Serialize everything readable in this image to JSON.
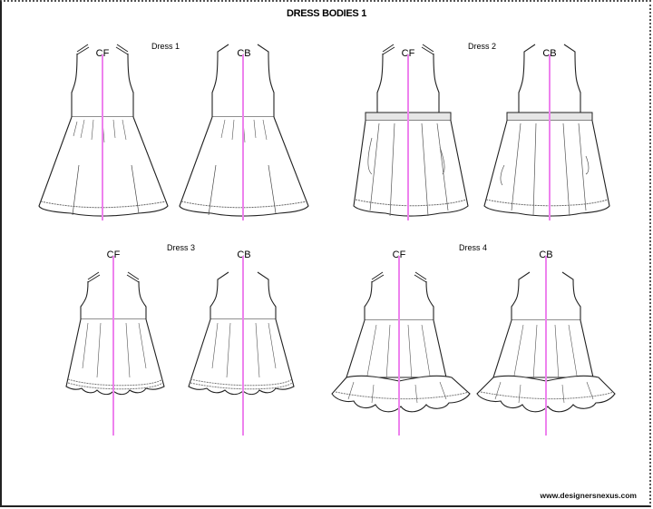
{
  "page": {
    "title": "DRESS BODIES 1",
    "footer": "www.designersnexus.com"
  },
  "colors": {
    "centerline": "#ee82ee",
    "outline": "#222222",
    "waistband_fill": "#e6e6e6"
  },
  "dresses": [
    {
      "label": "Dress 1",
      "front_label": "CF",
      "back_label": "CB",
      "style": "a-line gathered skirt"
    },
    {
      "label": "Dress 2",
      "front_label": "CF",
      "back_label": "CB",
      "style": "waistband with gathered skirt"
    },
    {
      "label": "Dress 3",
      "front_label": "CF",
      "back_label": "CB",
      "style": "short gathered skirt with double-stitched hem"
    },
    {
      "label": "Dress 4",
      "front_label": "CF",
      "back_label": "CB",
      "style": "tiered ruffle skirt"
    }
  ]
}
